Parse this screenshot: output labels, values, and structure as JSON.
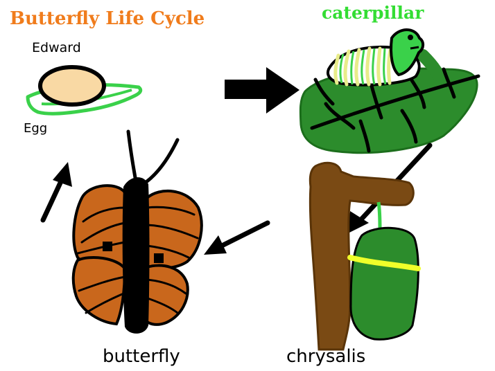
{
  "diagram": {
    "title": "Butterfly Life Cycle",
    "name": "Edward",
    "stages": {
      "egg": "Egg",
      "caterpillar": "caterpillar",
      "chrysalis": "chrysalis",
      "butterfly": "butterfly"
    }
  },
  "colors": {
    "title": "#f07c1c",
    "caterpillar_label": "#33dd33",
    "egg_fill": "#f9d9a4",
    "leaf_green": "#2c8c2c",
    "bright_green": "#3ad14a",
    "branch_brown": "#7a4a14",
    "wing_orange": "#c9671c",
    "chrysalis_yellow": "#f0ff2a",
    "arrow": "#000000"
  }
}
